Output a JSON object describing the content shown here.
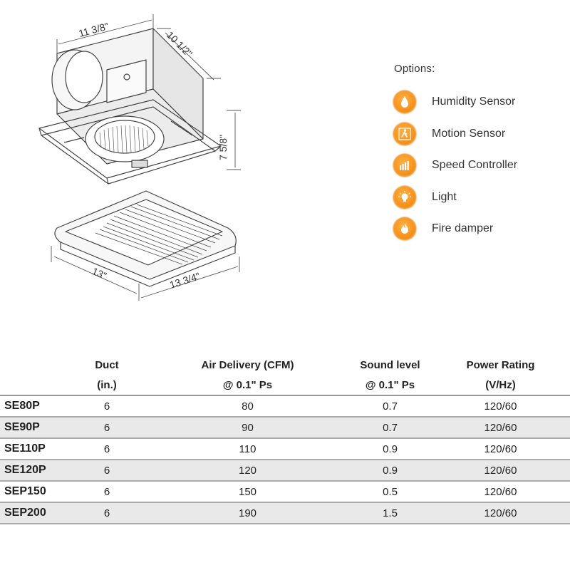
{
  "dimensions": {
    "housing_width": "11 3/8\"",
    "housing_depth": "10 1/2\"",
    "housing_height": "7 5/8\"",
    "grille_depth": "13\"",
    "grille_width": "13 3/4\""
  },
  "options": {
    "title": "Options:",
    "items": [
      {
        "label": "Humidity Sensor",
        "icon": "water-drop-icon"
      },
      {
        "label": "Motion Sensor",
        "icon": "walking-person-icon"
      },
      {
        "label": "Speed Controller",
        "icon": "bars-icon"
      },
      {
        "label": "Light",
        "icon": "light-bulb-icon"
      },
      {
        "label": "Fire damper",
        "icon": "flame-icon"
      }
    ],
    "icon_color": "#f7931e"
  },
  "table": {
    "headers": [
      {
        "line1": "",
        "line2": ""
      },
      {
        "line1": "Duct",
        "line2": "(in.)"
      },
      {
        "line1": "Air Delivery (CFM)",
        "line2": "@ 0.1\" Ps"
      },
      {
        "line1": "Sound level",
        "line2": "@ 0.1\" Ps"
      },
      {
        "line1": "Power Rating",
        "line2": "(V/Hz)"
      }
    ],
    "rows": [
      [
        "SE80P",
        "6",
        "80",
        "0.7",
        "120/60"
      ],
      [
        "SE90P",
        "6",
        "90",
        "0.7",
        "120/60"
      ],
      [
        "SE110P",
        "6",
        "110",
        "0.9",
        "120/60"
      ],
      [
        "SE120P",
        "6",
        "120",
        "0.9",
        "120/60"
      ],
      [
        "SEP150",
        "6",
        "150",
        "0.5",
        "120/60"
      ],
      [
        "SEP200",
        "6",
        "190",
        "1.5",
        "120/60"
      ]
    ],
    "stripe_color": "#e9e9e9"
  }
}
